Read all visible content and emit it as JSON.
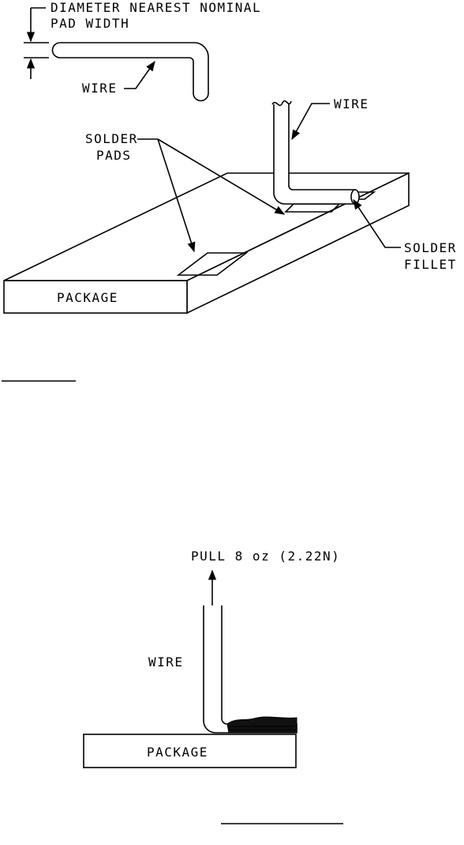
{
  "figure1": {
    "labels": {
      "diameter_line1": "DIAMETER NEAREST NOMINAL",
      "diameter_line2": "PAD WIDTH",
      "wire_top": "WIRE",
      "wire_right": "WIRE",
      "solder_pads_line1": "SOLDER",
      "solder_pads_line2": "PADS",
      "solder_fillet_line1": "SOLDER",
      "solder_fillet_line2": "FILLET",
      "package": "PACKAGE"
    }
  },
  "figure2": {
    "labels": {
      "pull": "PULL 8 oz (2.22N)",
      "wire": "WIRE",
      "package": "PACKAGE"
    }
  }
}
